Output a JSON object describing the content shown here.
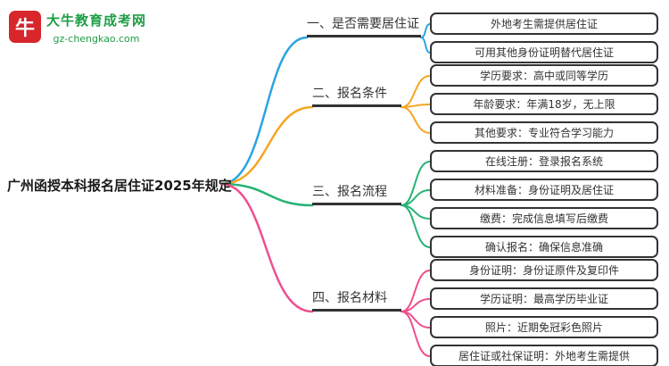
{
  "logo": {
    "icon_text": "牛",
    "title": "大牛教育成考网",
    "domain": "gz-chengkao.com"
  },
  "root": {
    "label": "广州函授本科报名居住证2025年规定"
  },
  "colors": {
    "blue": "#2aa5e0",
    "orange": "#f5a623",
    "green": "#27b376",
    "pink": "#f04e8f",
    "brand_red": "#d7262c",
    "brand_green": "#1e9e46"
  },
  "branches": [
    {
      "label": "一、是否需要居住证",
      "color": "blue",
      "children": [
        {
          "text": "外地考生需提供居住证"
        },
        {
          "text": "可用其他身份证明替代居住证"
        }
      ]
    },
    {
      "label": "二、报名条件",
      "color": "orange",
      "children": [
        {
          "text": "学历要求：高中或同等学历"
        },
        {
          "text": "年龄要求：年满18岁，无上限"
        },
        {
          "text": "其他要求：专业符合学习能力"
        }
      ]
    },
    {
      "label": "三、报名流程",
      "color": "green",
      "children": [
        {
          "text": "在线注册：登录报名系统"
        },
        {
          "text": "材料准备：身份证明及居住证"
        },
        {
          "text": "缴费：完成信息填写后缴费"
        },
        {
          "text": "确认报名：确保信息准确"
        }
      ]
    },
    {
      "label": "四、报名材料",
      "color": "pink",
      "children": [
        {
          "text": "身份证明：身份证原件及复印件"
        },
        {
          "text": "学历证明：最高学历毕业证"
        },
        {
          "text": "照片：近期免冠彩色照片"
        },
        {
          "text": "居住证或社保证明：外地考生需提供"
        }
      ]
    }
  ]
}
